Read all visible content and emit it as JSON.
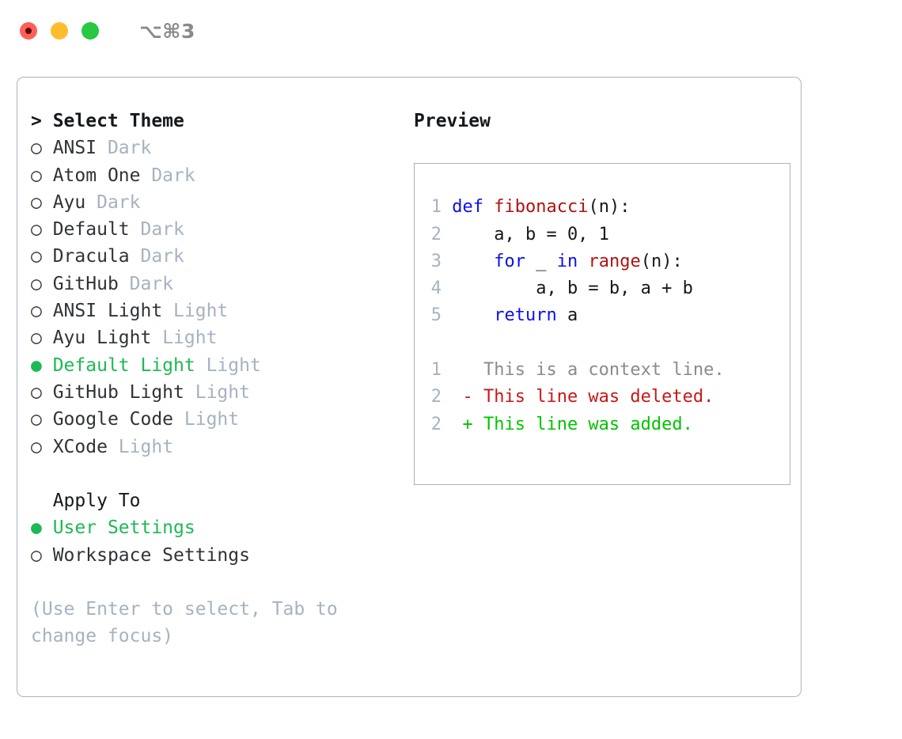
{
  "titlebar": {
    "lights": [
      {
        "name": "close",
        "color": "#ff5f57"
      },
      {
        "name": "minimize",
        "color": "#ffbd2e"
      },
      {
        "name": "zoom",
        "color": "#28c840"
      }
    ],
    "shortcut": "⌥⌘3"
  },
  "theme_picker": {
    "header": "> Select Theme",
    "accent_color": "#1db954",
    "badge_color": "#a7b2c0",
    "bullet_selected": "●",
    "bullet_unselected": "○",
    "options": [
      {
        "bullet": "○",
        "label": "ANSI",
        "badge": "Dark",
        "selected": false
      },
      {
        "bullet": "○",
        "label": "Atom One",
        "badge": "Dark",
        "selected": false
      },
      {
        "bullet": "○",
        "label": "Ayu",
        "badge": "Dark",
        "selected": false
      },
      {
        "bullet": "○",
        "label": "Default",
        "badge": "Dark",
        "selected": false
      },
      {
        "bullet": "○",
        "label": "Dracula",
        "badge": "Dark",
        "selected": false
      },
      {
        "bullet": "○",
        "label": "GitHub",
        "badge": "Dark",
        "selected": false
      },
      {
        "bullet": "○",
        "label": "ANSI Light",
        "badge": "Light",
        "selected": false
      },
      {
        "bullet": "○",
        "label": "Ayu Light",
        "badge": "Light",
        "selected": false
      },
      {
        "bullet": "●",
        "label": "Default Light",
        "badge": "Light",
        "selected": true
      },
      {
        "bullet": "○",
        "label": "GitHub Light",
        "badge": "Light",
        "selected": false
      },
      {
        "bullet": "○",
        "label": "Google Code",
        "badge": "Light",
        "selected": false
      },
      {
        "bullet": "○",
        "label": "XCode",
        "badge": "Light",
        "selected": false
      }
    ]
  },
  "apply_to": {
    "header": "  Apply To",
    "options": [
      {
        "bullet": "●",
        "label": "User Settings",
        "selected": true
      },
      {
        "bullet": "○",
        "label": "Workspace Settings",
        "selected": false
      }
    ]
  },
  "hint": "(Use Enter to select, Tab to change focus)",
  "preview": {
    "header": "Preview",
    "code_lines": [
      {
        "lno": "1",
        "tokens": [
          {
            "t": " ",
            "c": "plain"
          },
          {
            "t": "def",
            "c": "kw"
          },
          {
            "t": " ",
            "c": "plain"
          },
          {
            "t": "fibonacci",
            "c": "fn"
          },
          {
            "t": "(n):",
            "c": "plain"
          }
        ]
      },
      {
        "lno": "2",
        "tokens": [
          {
            "t": "     a, b = 0, 1",
            "c": "plain"
          }
        ]
      },
      {
        "lno": "3",
        "tokens": [
          {
            "t": "     ",
            "c": "plain"
          },
          {
            "t": "for",
            "c": "kw"
          },
          {
            "t": " _ ",
            "c": "plain"
          },
          {
            "t": "in",
            "c": "kw"
          },
          {
            "t": " ",
            "c": "plain"
          },
          {
            "t": "range",
            "c": "fn"
          },
          {
            "t": "(n):",
            "c": "plain"
          }
        ]
      },
      {
        "lno": "4",
        "tokens": [
          {
            "t": "         a, b = b, a + b",
            "c": "plain"
          }
        ]
      },
      {
        "lno": "5",
        "tokens": [
          {
            "t": "     ",
            "c": "plain"
          },
          {
            "t": "return",
            "c": "kw"
          },
          {
            "t": " a",
            "c": "plain"
          }
        ]
      }
    ],
    "diff_lines": [
      {
        "lno": "1",
        "marker": " ",
        "text": "This is a context line.",
        "kind": "ctx"
      },
      {
        "lno": "2",
        "marker": "-",
        "text": "This line was deleted.",
        "kind": "del"
      },
      {
        "lno": "2",
        "marker": "+",
        "text": "This line was added.",
        "kind": "add"
      }
    ]
  }
}
